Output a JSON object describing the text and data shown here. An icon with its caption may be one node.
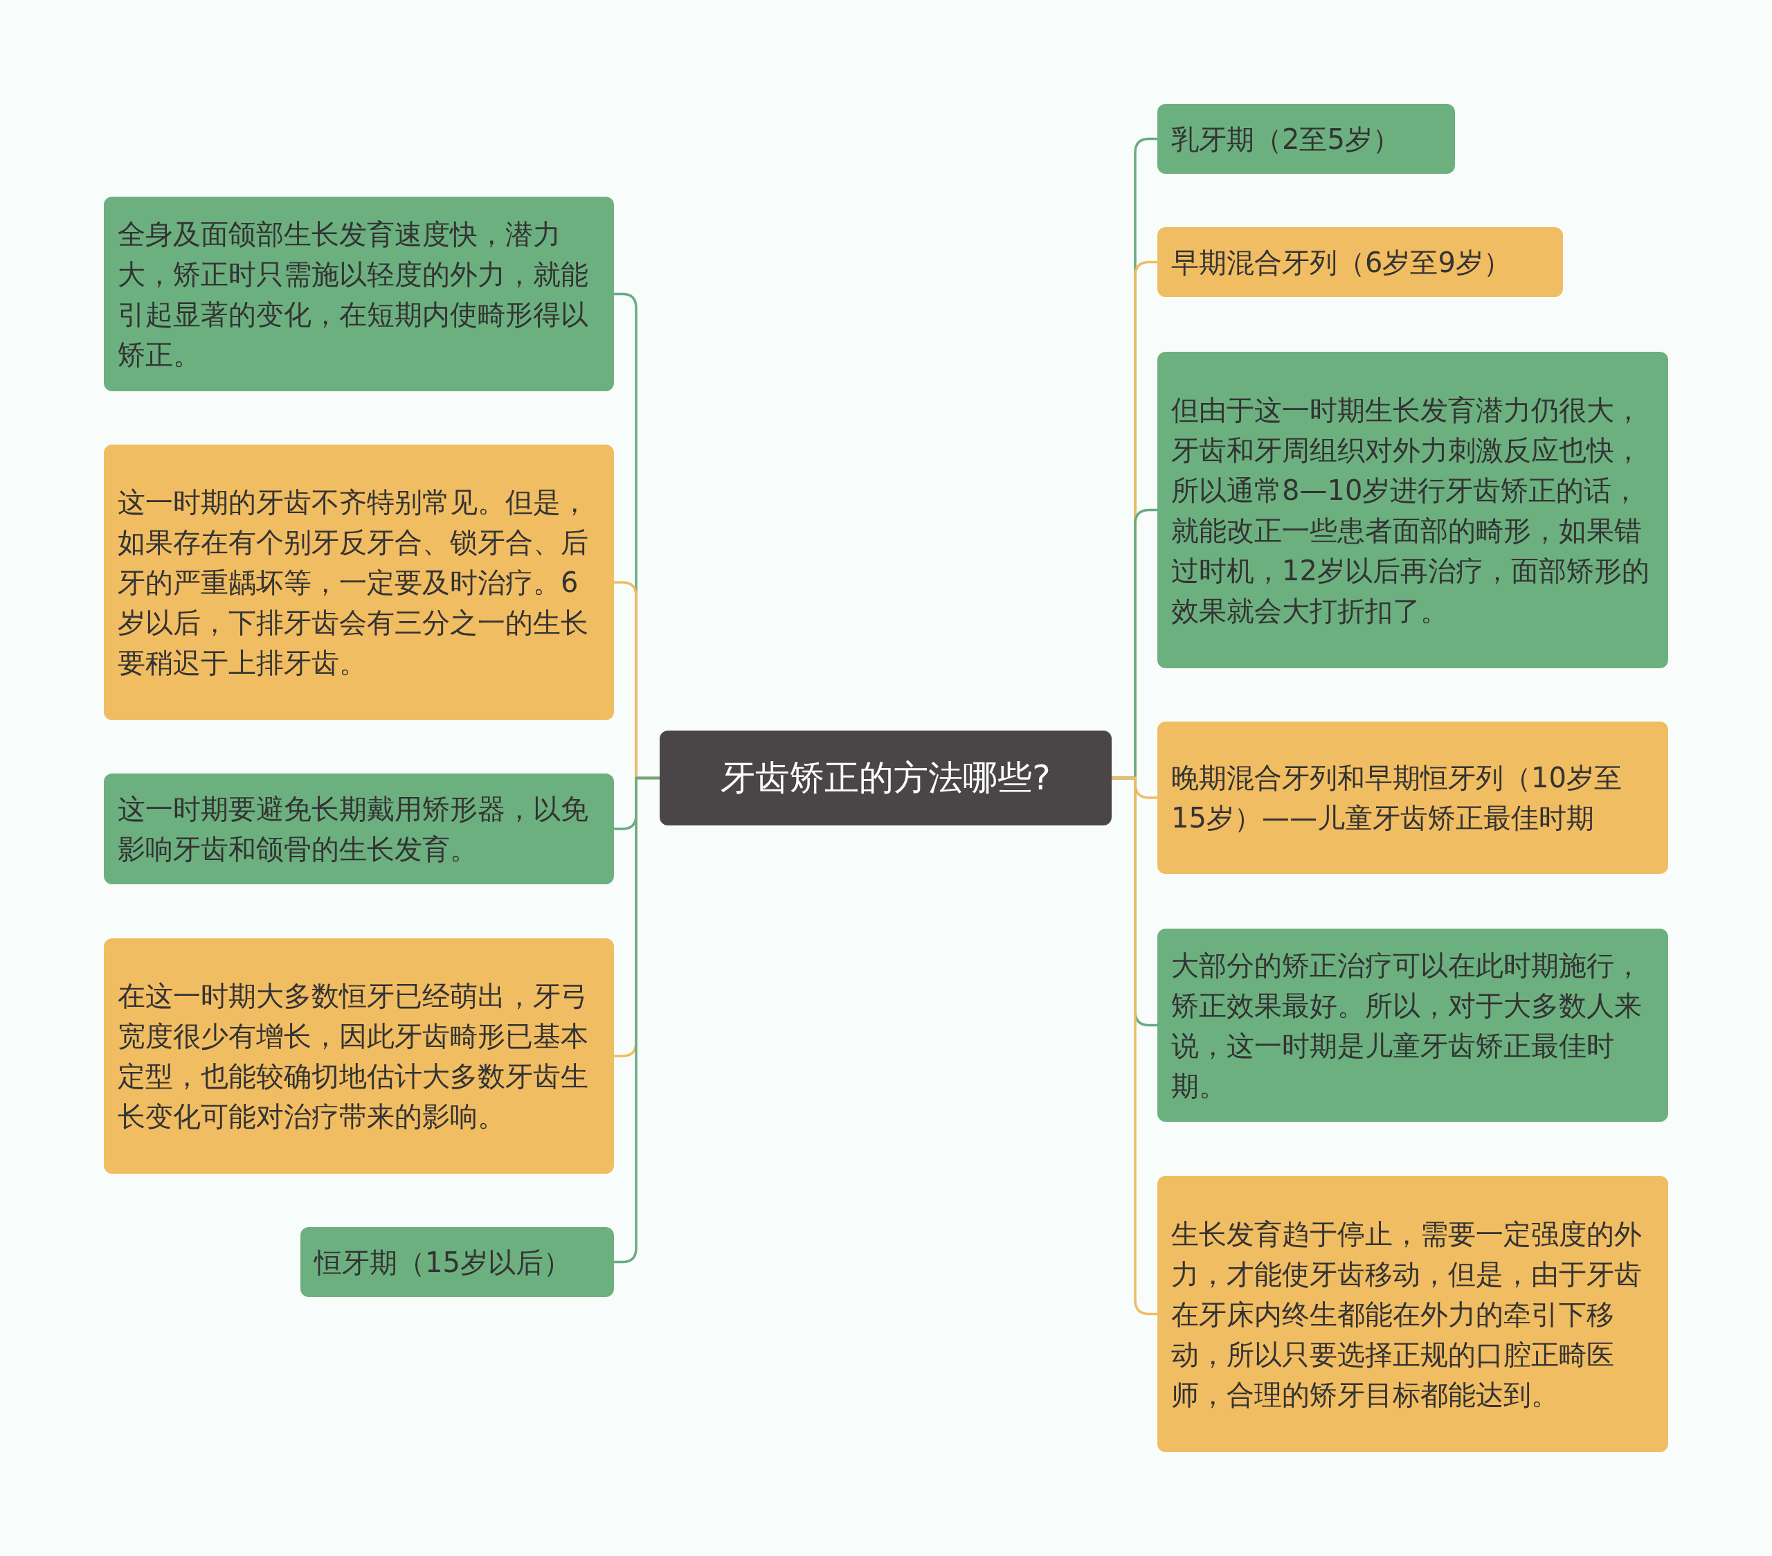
{
  "diagram": {
    "nodes": [
      {
        "text": [
          "牙齿矫正的方法哪些?"
        ]
      },
      {
        "text": [
          "全身及面颌部生长发育速度快，潜力大，矫正时只需施以轻度的外力，就能引起显著的变化，在短期内使畸形得以矫正。"
        ]
      },
      {
        "text": [
          "这一时期的牙齿不齐特别常见。但是，如果存在有个别牙反牙合、锁牙合、后牙的严重龋坏等，一定要及时治疗。6岁以后，下排牙齿会有三分之一的生长要稍迟于上排牙齿。"
        ]
      },
      {
        "text": [
          "这一时期要避免长期戴用矫形器，以免影响牙齿和颌骨的生长发育。"
        ]
      },
      {
        "text": [
          "在这一时期大多数恒牙已经萌出，牙弓宽度很少有增长，因此牙齿畸形已基本定型，也能较确切地估计大多数牙齿生长变化可能对治疗带来的影响。"
        ]
      },
      {
        "text": [
          "恒牙期（15岁以后）"
        ]
      },
      {
        "text": [
          "乳牙期（2至5岁）"
        ]
      },
      {
        "text": [
          "早期混合牙列（6岁至9岁）"
        ]
      },
      {
        "text": [
          "但由于这一时期生长发育潜力仍很大，牙齿和牙周组织对外力刺激反应也快，所以通常8—10岁进行牙齿矫正的话，就能改正一些患者面部的畸形，如果错过时机，12岁以后再治疗，面部矫形的效果就会大打折扣了。"
        ]
      },
      {
        "text": [
          "晚期混合牙列和早期恒牙列（10岁至15岁）——儿童牙齿矫正最佳时期"
        ]
      },
      {
        "text": [
          "大部分的矫正治疗可以在此时期施行，矫正效果最好。所以，对于大多数人来说，这一时期是儿童牙齿矫正最佳时期。"
        ]
      },
      {
        "text": [
          "生长发育趋于停止，需要一定强度的外力，才能使牙齿移动，但是，由于牙齿在牙床内终生都能在外力的牵引下移动，所以只要选择正规的口腔正畸医师，合理的矫牙目标都能达到。"
        ]
      }
    ],
    "edges": [
      {
        "from": 0,
        "to": 1,
        "arrow": "none"
      },
      {
        "from": 0,
        "to": 2,
        "arrow": "none",
        "color": "#f0bc62"
      },
      {
        "from": 0,
        "to": 3,
        "arrow": "none"
      },
      {
        "from": 0,
        "to": 4,
        "arrow": "none",
        "color": "#f0bc62"
      },
      {
        "from": 0,
        "to": 5,
        "arrow": "none"
      },
      {
        "from": 0,
        "to": 6,
        "arrow": "none"
      },
      {
        "from": 0,
        "to": 7,
        "arrow": "none",
        "color": "#f0bc62"
      },
      {
        "from": 0,
        "to": 8,
        "arrow": "none"
      },
      {
        "from": 0,
        "to": 9,
        "arrow": "none",
        "color": "#f0bc62"
      },
      {
        "from": 0,
        "to": 10,
        "arrow": "none"
      },
      {
        "from": 0,
        "to": 11,
        "arrow": "none",
        "color": "#f0bc62"
      }
    ]
  }
}
